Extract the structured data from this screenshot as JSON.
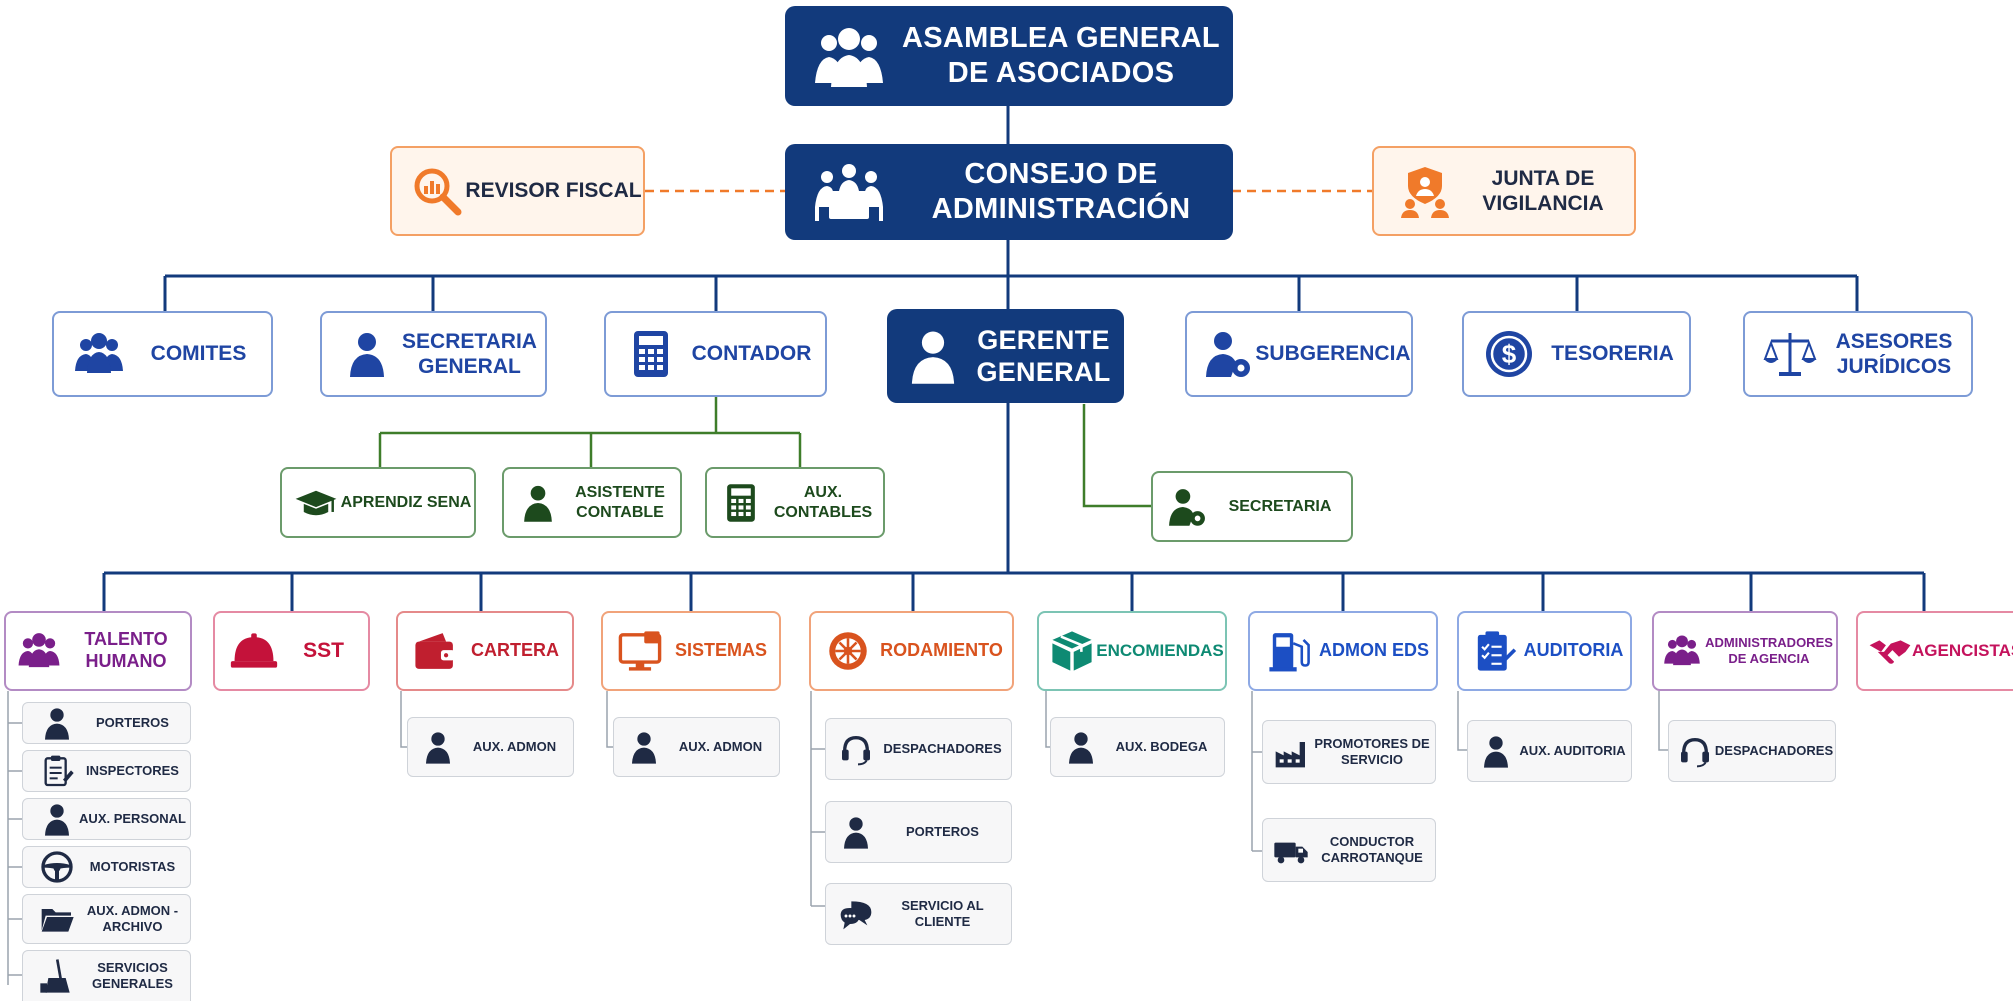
{
  "colors": {
    "navy": "#123a7c",
    "orange": "#f07a2a",
    "blue": "#1f45a3",
    "green": "#1d5e1d",
    "purple": "#7a1f8a",
    "crimson": "#c4123a",
    "red": "#c01f2f",
    "dark_orange": "#d9531e",
    "teal": "#0e8a73",
    "royal_blue": "#1c4fc4",
    "magenta": "#c4125c"
  },
  "top": {
    "asamblea": "ASAMBLEA GENERAL DE ASOCIADOS",
    "consejo": "CONSEJO DE ADMINISTRACIÓN",
    "revisor": "REVISOR FISCAL",
    "junta": "JUNTA DE VIGILANCIA"
  },
  "row1": {
    "comites": "COMITES",
    "secretaria_general": "SECRETARIA GENERAL",
    "contador": "CONTADOR",
    "gerente": "GERENTE GENERAL",
    "subgerencia": "SUBGERENCIA",
    "tesoreria": "TESORERIA",
    "asesores": "ASESORES JURÍDICOS"
  },
  "row2": {
    "aprendiz": "APRENDIZ SENA",
    "asistente": "ASISTENTE CONTABLE",
    "aux_contables": "AUX. CONTABLES",
    "secretaria": "SECRETARIA"
  },
  "departments": {
    "talento": "TALENTO HUMANO",
    "sst": "SST",
    "cartera": "CARTERA",
    "sistemas": "SISTEMAS",
    "rodamiento": "RODAMIENTO",
    "encomiendas": "ENCOMIENDAS",
    "admon_eds": "ADMON EDS",
    "auditoria": "AUDITORIA",
    "administradores": "ADMINISTRADORES DE AGENCIA",
    "agencistas": "AGENCISTAS"
  },
  "subunits": {
    "porteros": "PORTEROS",
    "inspectores": "INSPECTORES",
    "aux_personal": "AUX. PERSONAL",
    "motoristas": "MOTORISTAS",
    "aux_archivo": "AUX. ADMON - ARCHIVO",
    "servicios_generales": "SERVICIOS GENERALES",
    "cartera_aux": "AUX. ADMON",
    "sistemas_aux": "AUX. ADMON",
    "despachadores": "DESPACHADORES",
    "rod_porteros": "PORTEROS",
    "servicio_cliente": "SERVICIO AL CLIENTE",
    "aux_bodega": "AUX. BODEGA",
    "promotores": "PROMOTORES DE SERVICIO",
    "conductor": "CONDUCTOR CARROTANQUE",
    "aux_auditoria": "AUX. AUDITORIA",
    "agencia_despachadores": "DESPACHADORES"
  }
}
